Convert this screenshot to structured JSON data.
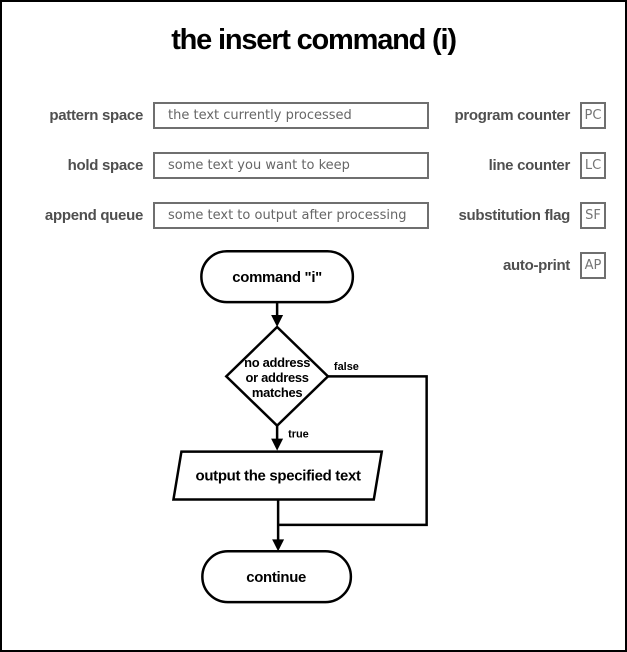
{
  "title": "the insert command (i)",
  "registers": {
    "left": [
      {
        "label": "pattern space",
        "value": "the text currently processed"
      },
      {
        "label": "hold space",
        "value": "some text you want to keep"
      },
      {
        "label": "append queue",
        "value": "some text to output after processing"
      }
    ],
    "right": [
      {
        "label": "program counter",
        "abbr": "PC"
      },
      {
        "label": "line counter",
        "abbr": "LC"
      },
      {
        "label": "substitution flag",
        "abbr": "SF"
      },
      {
        "label": "auto-print",
        "abbr": "AP"
      }
    ]
  },
  "flowchart": {
    "start": "command \"i\"",
    "decision": {
      "line1": "no address",
      "line2": "or address",
      "line3": "matches"
    },
    "branch_true": "true",
    "branch_false": "false",
    "process": "output the specified text",
    "end": "continue"
  },
  "colors": {
    "outline": "#000000",
    "label_gray": "#4f4f4f",
    "box_border_gray": "#6f6f6f",
    "box_text_gray": "#666666",
    "abbr_text_gray": "#767676",
    "background": "#ffffff"
  }
}
